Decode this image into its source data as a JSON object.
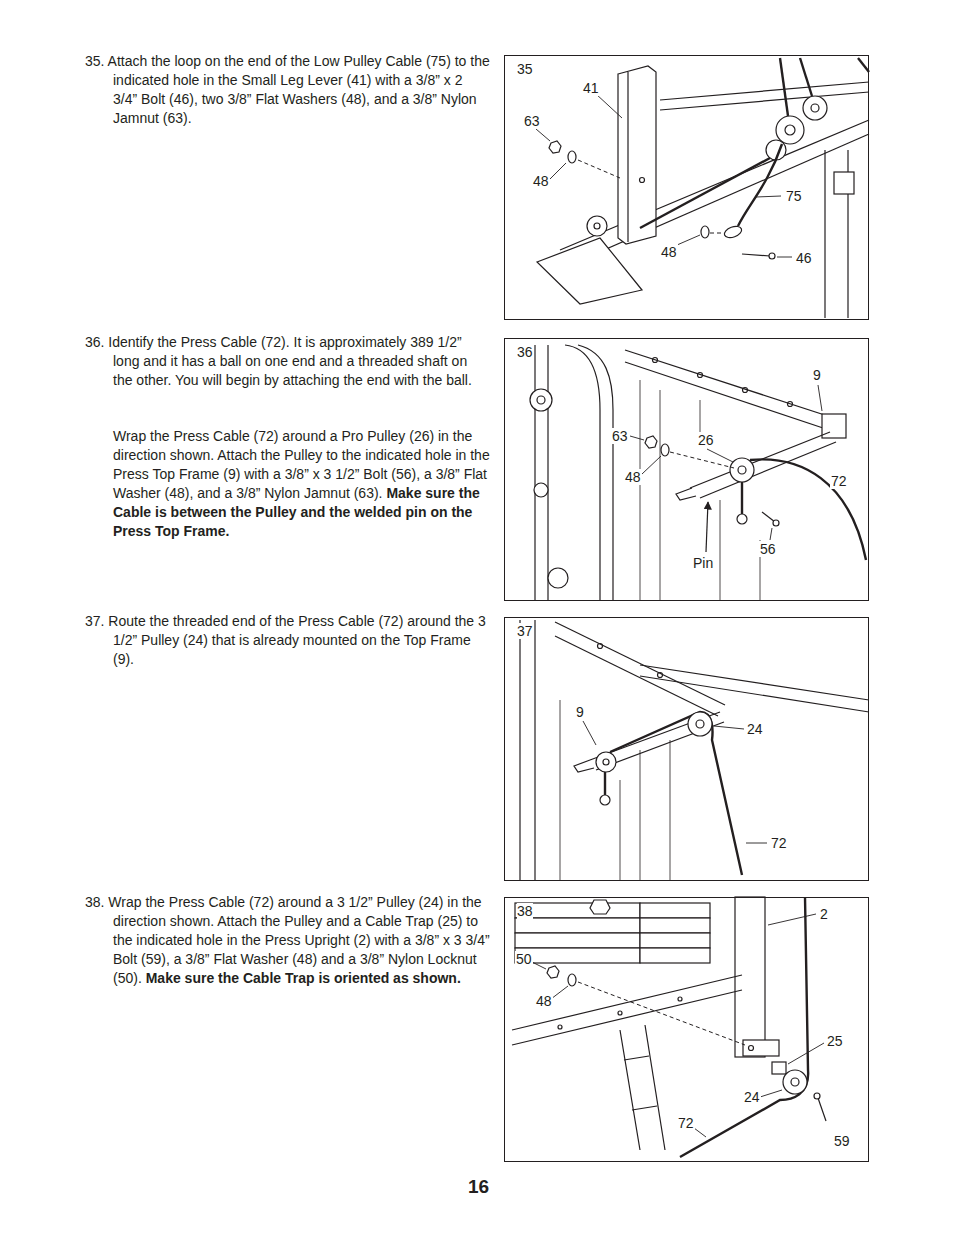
{
  "diagram": {
    "nodes": [
      {
        "text": [
          "35"
        ]
      },
      {
        "text": [
          "36"
        ]
      },
      {
        "text": [
          "37"
        ]
      },
      {
        "text": [
          "38"
        ]
      }
    ],
    "labels": [
      "35. Attach the loop on the end of the Low Pulley Cable (75) to the indicated hole in the Small Leg Lever (41) with a 3/8” x 2 3/4” Bolt (46), two 3/8” Flat Washers (48), and a 3/8” Nylon Jamnut (63).",
      "36. Identify the Press Cable (72). It is approximately 389 1/2” long and it has a ball on one end and a threaded shaft on the other. You will begin by attaching the end with the ball.",
      "Wrap the Press Cable (72) around a Pro Pulley (26) in the direction shown. Attach the Pulley to the indicated hole in the Press Top Frame (9) with a 3/8” x 3 1/2” Bolt (56), a 3/8” Flat Washer (48), and a 3/8” Nylon Jamnut (63).",
      "Make sure the Cable is between the Pulley and the welded pin on the Press Top Frame.",
      "37. Route the threaded end of the Press Cable (72) around the 3 1/2” Pulley (24) that is already mounted on the Top Frame (9).",
      "38. Wrap the Press Cable (72) around a 3 1/2” Pulley (24) in the direction shown. Attach the Pulley and a Cable Trap (25) to the indicated hole in the Press Upright (2) with a 3/8” x 3 3/4” Bolt (59), a 3/8” Flat Washer (48) and a 3/8” Nylon Locknut (50).",
      "Make sure the Cable Trap is oriented as shown.",
      "16",
      "41",
      "63",
      "48",
      "75",
      "48",
      "46",
      "9",
      "63",
      "26",
      "48",
      "72",
      "56",
      "Pin",
      "9",
      "24",
      "72",
      "2",
      "50",
      "48",
      "25",
      "24",
      "72",
      "59"
    ]
  }
}
